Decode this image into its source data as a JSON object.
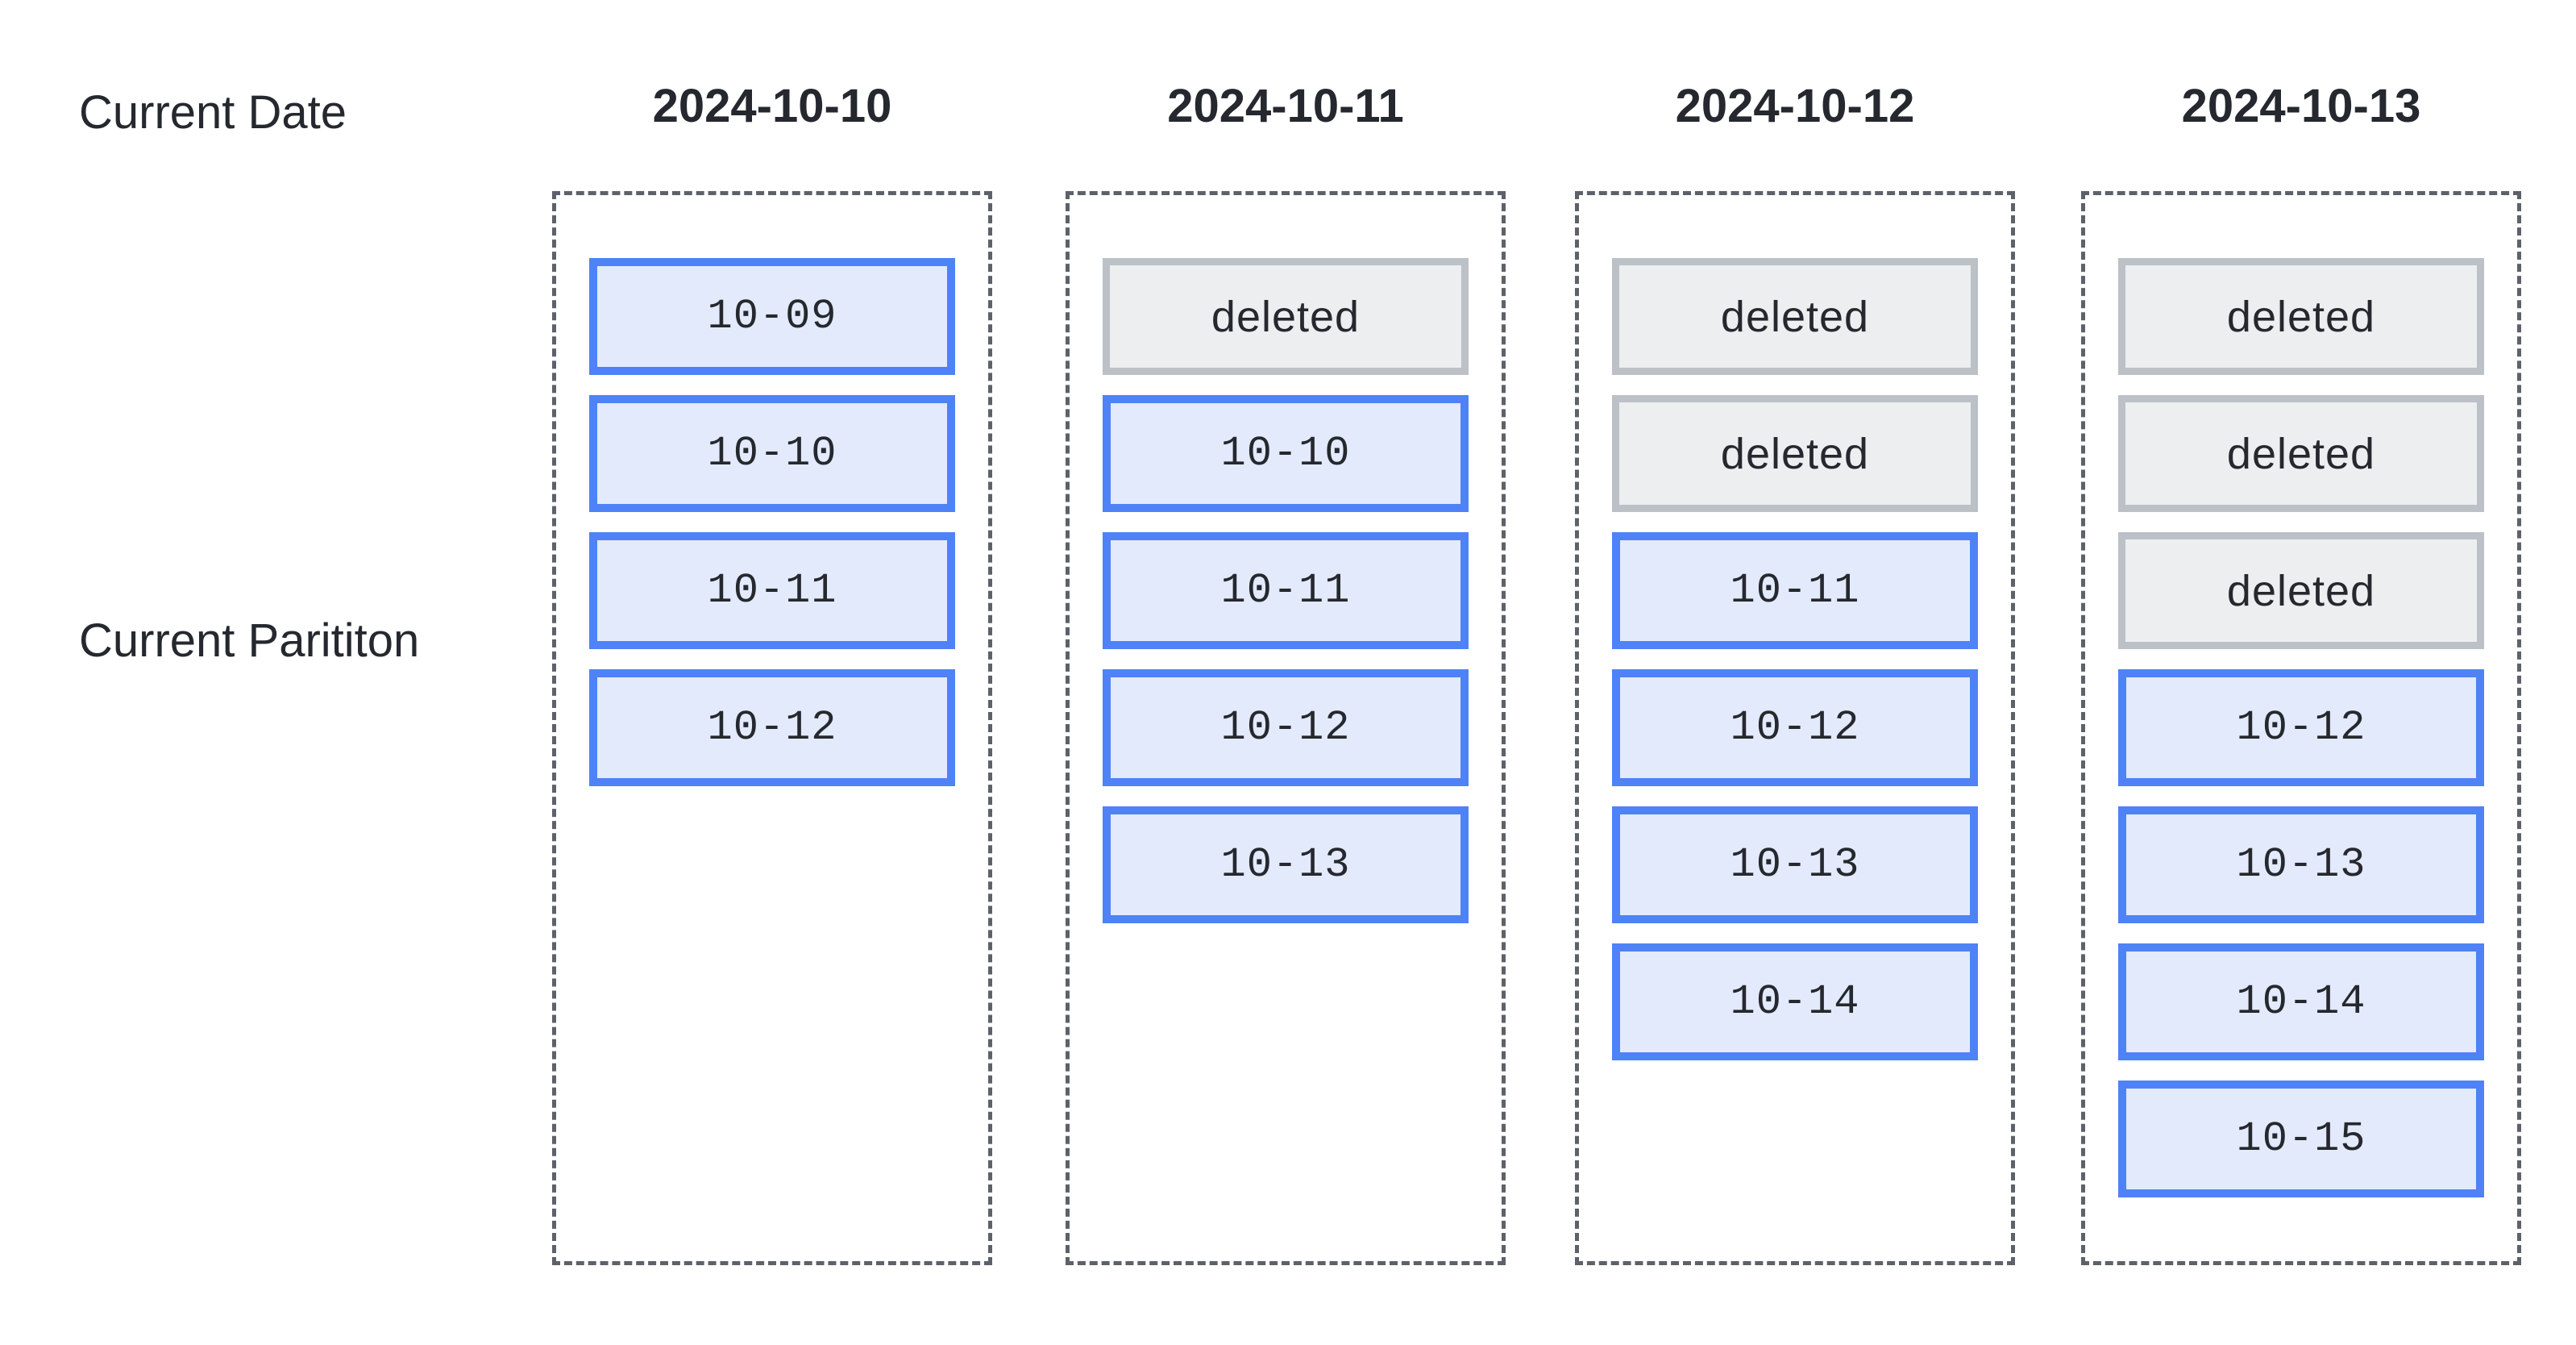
{
  "labels": {
    "current_date": "Current Date",
    "current_partition": "Current Parititon"
  },
  "columns": [
    {
      "header": "2024-10-10",
      "boxes": [
        {
          "label": "10-09",
          "state": "active"
        },
        {
          "label": "10-10",
          "state": "active"
        },
        {
          "label": "10-11",
          "state": "active"
        },
        {
          "label": "10-12",
          "state": "active"
        }
      ]
    },
    {
      "header": "2024-10-11",
      "boxes": [
        {
          "label": "deleted",
          "state": "deleted"
        },
        {
          "label": "10-10",
          "state": "active"
        },
        {
          "label": "10-11",
          "state": "active"
        },
        {
          "label": "10-12",
          "state": "active"
        },
        {
          "label": "10-13",
          "state": "active"
        }
      ]
    },
    {
      "header": "2024-10-12",
      "boxes": [
        {
          "label": "deleted",
          "state": "deleted"
        },
        {
          "label": "deleted",
          "state": "deleted"
        },
        {
          "label": "10-11",
          "state": "active"
        },
        {
          "label": "10-12",
          "state": "active"
        },
        {
          "label": "10-13",
          "state": "active"
        },
        {
          "label": "10-14",
          "state": "active"
        }
      ]
    },
    {
      "header": "2024-10-13",
      "boxes": [
        {
          "label": "deleted",
          "state": "deleted"
        },
        {
          "label": "deleted",
          "state": "deleted"
        },
        {
          "label": "deleted",
          "state": "deleted"
        },
        {
          "label": "10-12",
          "state": "active"
        },
        {
          "label": "10-13",
          "state": "active"
        },
        {
          "label": "10-14",
          "state": "active"
        },
        {
          "label": "10-15",
          "state": "active"
        }
      ]
    }
  ],
  "colors": {
    "active_border": "#4e82f6",
    "active_fill": "#e3eafc",
    "deleted_border": "#bcc0c7",
    "deleted_fill": "#eceef0",
    "frame_dash": "#5d6169",
    "text": "#25282e"
  }
}
